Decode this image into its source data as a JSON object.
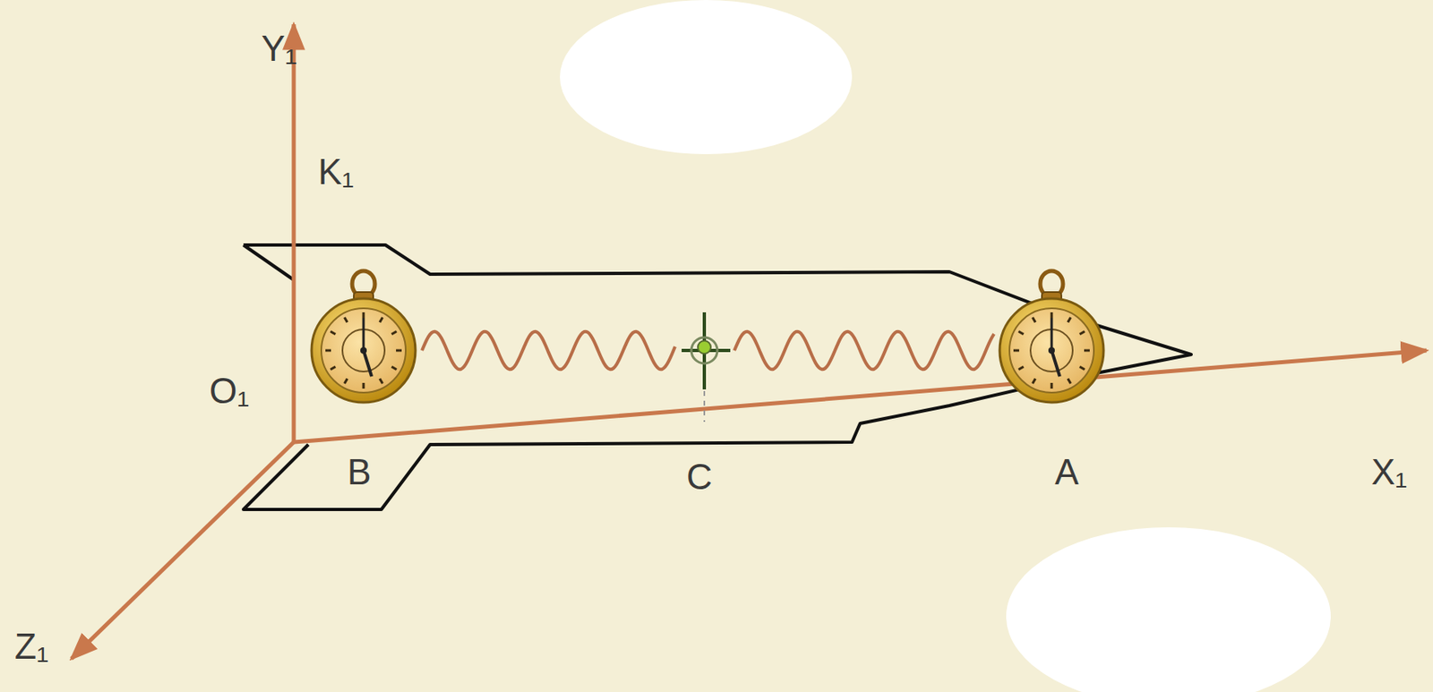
{
  "diagram": {
    "labels": [
      "Y₁",
      "K₁",
      "O₁",
      "X₁",
      "Z₁",
      "B",
      "C",
      "A"
    ]
  }
}
